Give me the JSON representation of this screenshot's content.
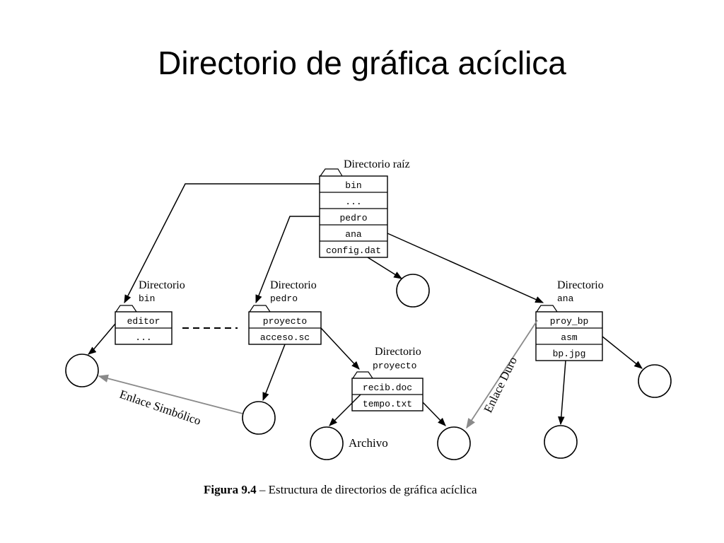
{
  "title": "Directorio de gráfica acíclica",
  "caption": {
    "label": "Figura 9.4",
    "text": " – Estructura de directorios de gráfica acíclica"
  },
  "root": {
    "label": "Directorio raíz",
    "entries": [
      "bin",
      "...",
      "pedro",
      "ana",
      "config.dat"
    ]
  },
  "bin_dir": {
    "label_line1": "Directorio",
    "label_line2": "bin",
    "entries": [
      "editor",
      "..."
    ]
  },
  "pedro_dir": {
    "label_line1": "Directorio",
    "label_line2": "pedro",
    "entries": [
      "proyecto",
      "acceso.sc"
    ]
  },
  "proyecto_dir": {
    "label_line1": "Directorio",
    "label_line2": "proyecto",
    "entries": [
      "recib.doc",
      "tempo.txt"
    ]
  },
  "ana_dir": {
    "label_line1": "Directorio",
    "label_line2": "ana",
    "entries": [
      "proy_bp",
      "asm",
      "bp.jpg"
    ]
  },
  "labels": {
    "symbolic_link": "Enlace Simbólico",
    "hard_link": "Enlace Duro",
    "file": "Archivo"
  },
  "colors": {
    "link_arrow": "#8a8a8a"
  }
}
